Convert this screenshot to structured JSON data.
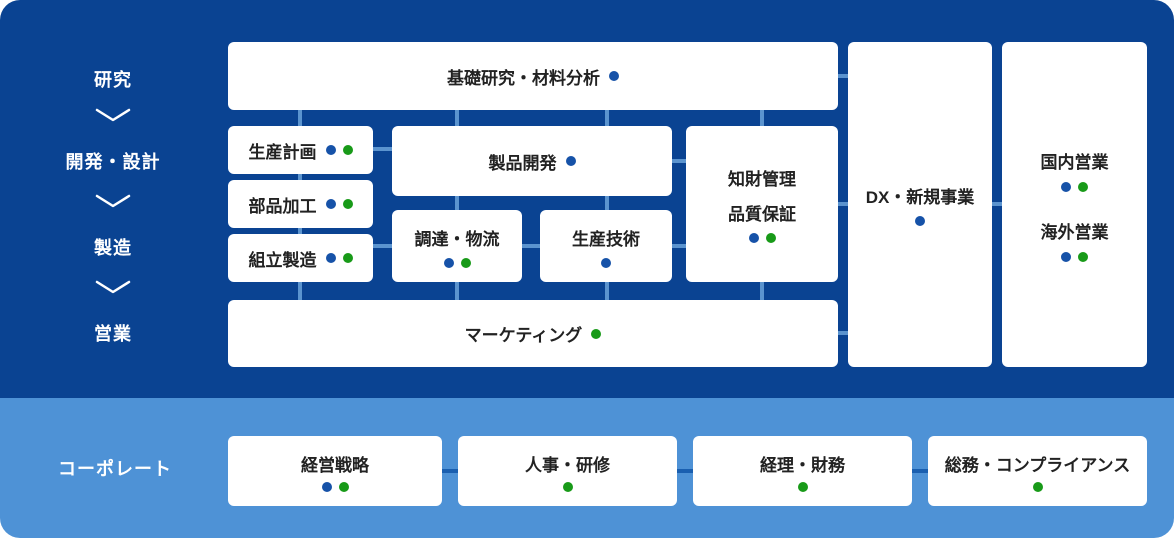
{
  "colors": {
    "bg_dark": "#0a4392",
    "bg_light": "#4e92d6",
    "connector_light": "#5b94cf",
    "connector_dark": "#1a5fb0",
    "dot_blue": "#1652a8",
    "dot_green": "#189a18",
    "box_bg": "#ffffff",
    "box_text": "#222222",
    "rail_text": "#ffffff"
  },
  "flow": {
    "stages": [
      {
        "label": "研究"
      },
      {
        "label": "開発・設計"
      },
      {
        "label": "製造"
      },
      {
        "label": "営業"
      }
    ]
  },
  "corporate": {
    "label": "コーポレート"
  },
  "departments": {
    "basic_research": {
      "label": "基礎研究・材料分析",
      "dots": [
        "blue"
      ]
    },
    "production_planning": {
      "label": "生産計画",
      "dots": [
        "blue",
        "green"
      ]
    },
    "parts_processing": {
      "label": "部品加工",
      "dots": [
        "blue",
        "green"
      ]
    },
    "assembly": {
      "label": "組立製造",
      "dots": [
        "blue",
        "green"
      ]
    },
    "product_dev": {
      "label": "製品開発",
      "dots": [
        "blue"
      ]
    },
    "procurement": {
      "label": "調達・物流",
      "dots": [
        "blue",
        "green"
      ]
    },
    "production_tech": {
      "label": "生産技術",
      "dots": [
        "blue"
      ]
    },
    "ip_quality": {
      "line1": "知財管理",
      "line2": "品質保証",
      "dots": [
        "blue",
        "green"
      ]
    },
    "dx": {
      "label": "DX・新規事業",
      "dots": [
        "blue"
      ]
    },
    "domestic_sales": {
      "label": "国内営業",
      "dots": [
        "blue",
        "green"
      ]
    },
    "overseas_sales": {
      "label": "海外営業",
      "dots": [
        "blue",
        "green"
      ]
    },
    "marketing": {
      "label": "マーケティング",
      "dots": [
        "green"
      ]
    },
    "strategy": {
      "label": "経営戦略",
      "dots": [
        "blue",
        "green"
      ]
    },
    "hr": {
      "label": "人事・研修",
      "dots": [
        "green"
      ]
    },
    "finance": {
      "label": "経理・財務",
      "dots": [
        "green"
      ]
    },
    "general_affairs": {
      "label": "総務・コンプライアンス",
      "dots": [
        "green"
      ]
    }
  }
}
